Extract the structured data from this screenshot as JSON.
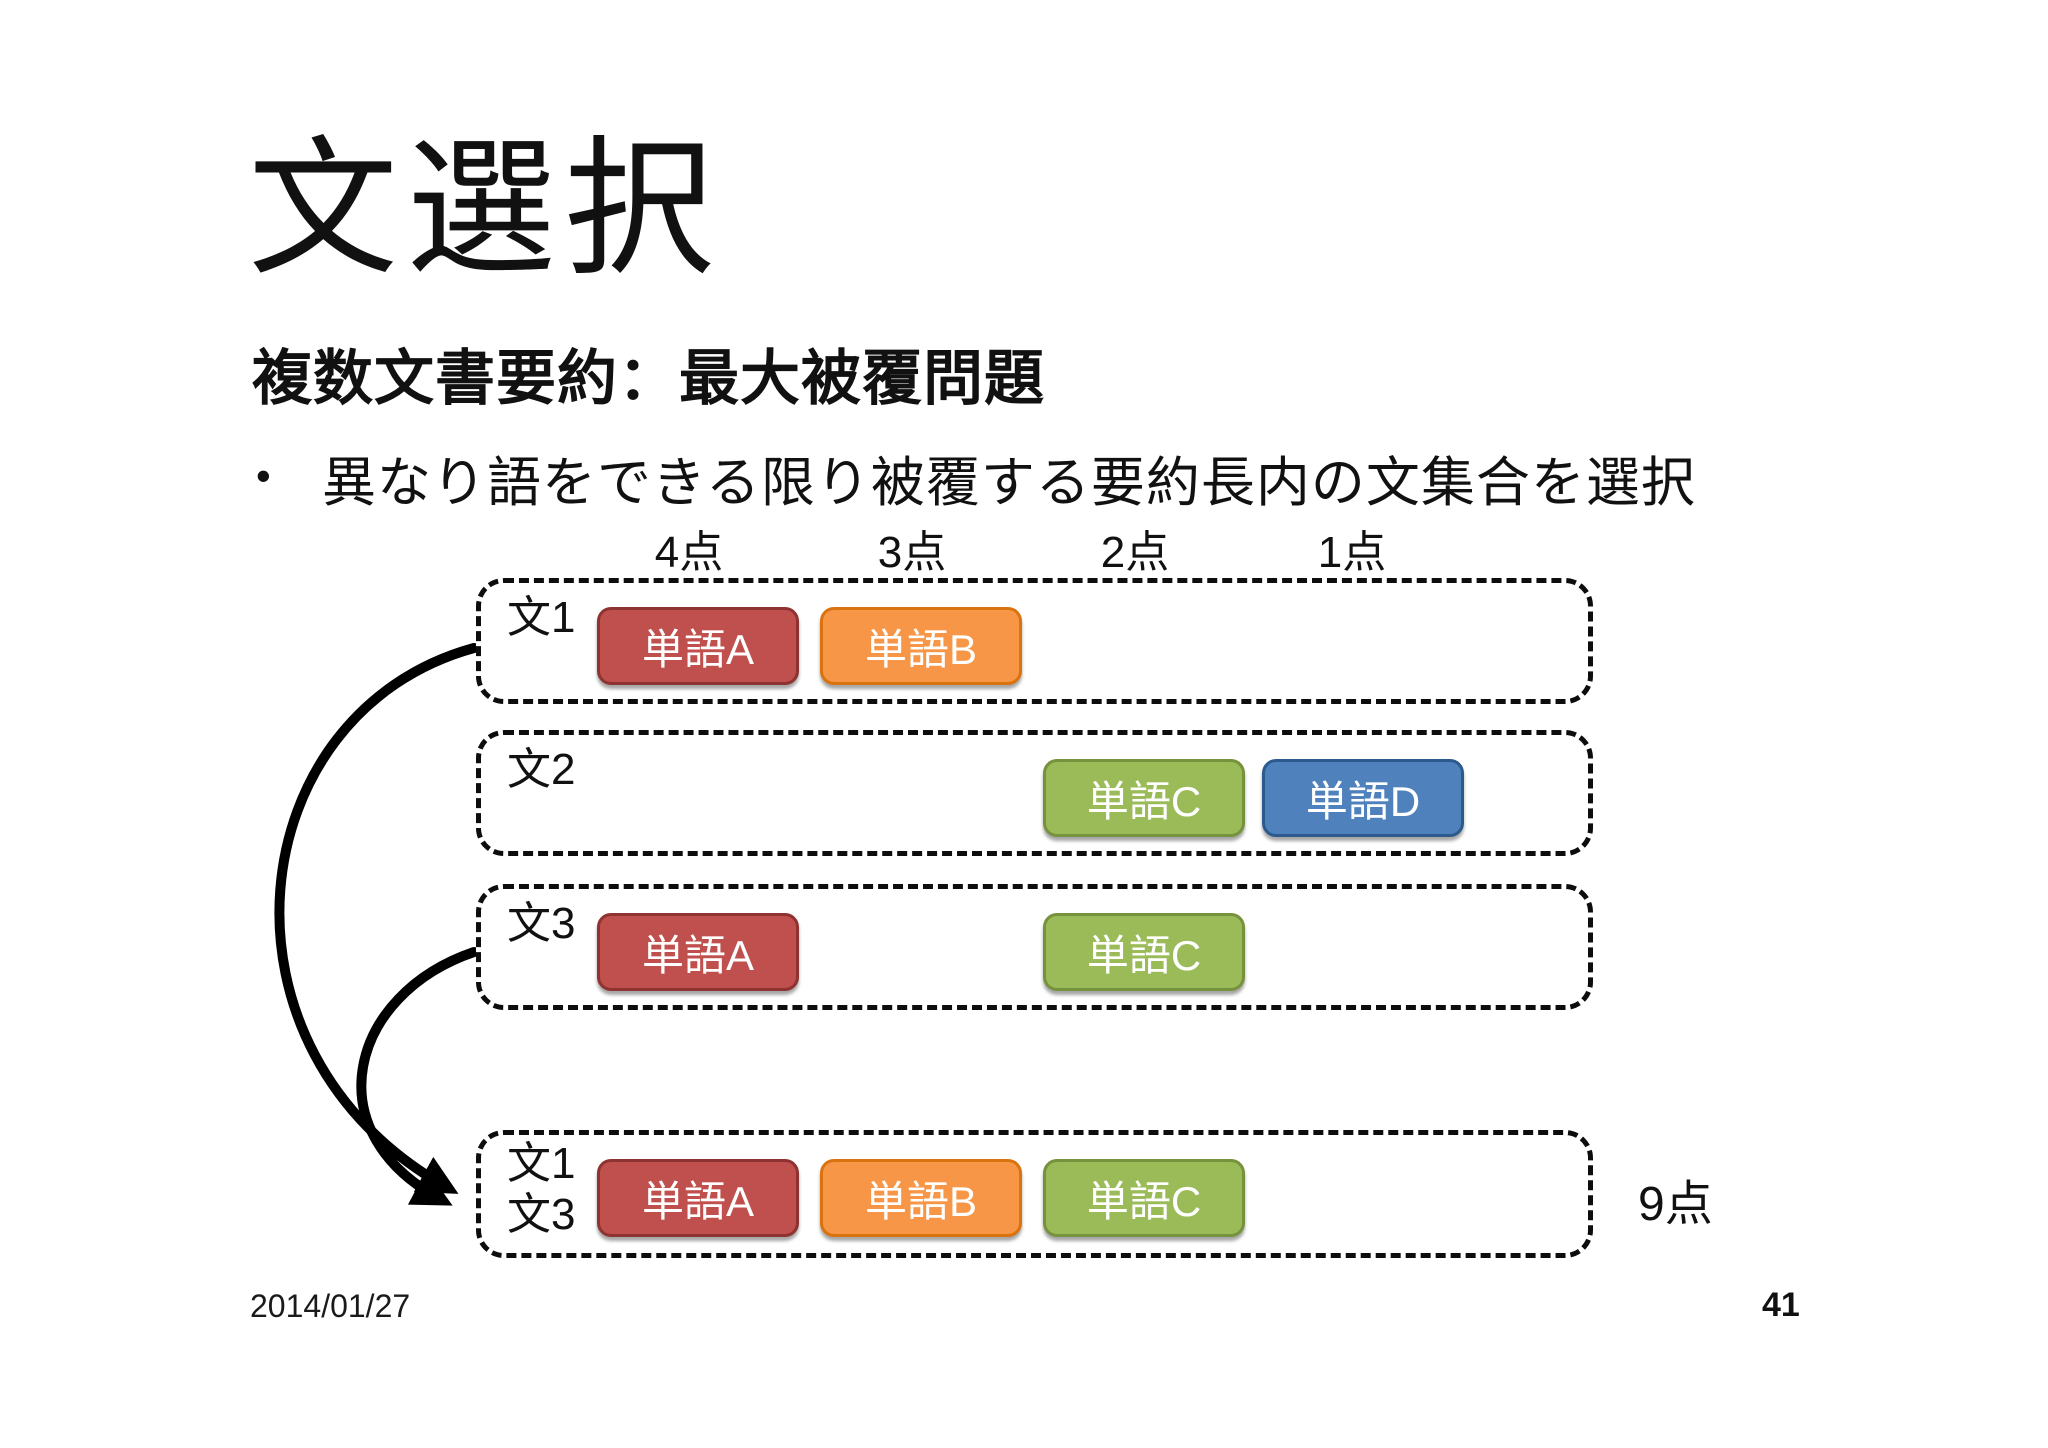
{
  "slide": {
    "title": "文選択",
    "heading": "複数文書要約：最大被覆問題",
    "bullet_marker": "•",
    "bullet": "異なり語をできる限り被覆する要約長内の文集合を選択",
    "footer_date": "2014/01/27",
    "page_number": "41"
  },
  "diagram": {
    "point_headers": [
      "4点",
      "3点",
      "2点",
      "1点"
    ],
    "rows": [
      {
        "labels": [
          "文1"
        ],
        "words": [
          {
            "text": "単語A",
            "color": "red",
            "points": 4
          },
          {
            "text": "単語B",
            "color": "orange",
            "points": 3
          }
        ]
      },
      {
        "labels": [
          "文2"
        ],
        "words": [
          {
            "text": "単語C",
            "color": "green",
            "points": 2
          },
          {
            "text": "単語D",
            "color": "blue",
            "points": 1
          }
        ]
      },
      {
        "labels": [
          "文3"
        ],
        "words": [
          {
            "text": "単語A",
            "color": "red",
            "points": 4
          },
          {
            "text": "単語C",
            "color": "green",
            "points": 2
          }
        ]
      },
      {
        "labels": [
          "文1",
          "文3"
        ],
        "words": [
          {
            "text": "単語A",
            "color": "red",
            "points": 4
          },
          {
            "text": "単語B",
            "color": "orange",
            "points": 3
          },
          {
            "text": "単語C",
            "color": "green",
            "points": 2
          }
        ],
        "score": "9点"
      }
    ],
    "colors": {
      "red": "#c0504d",
      "red_border": "#8e3331",
      "orange": "#f79646",
      "orange_border": "#d9730d",
      "green": "#9bbb59",
      "green_border": "#76923c",
      "blue": "#4f81bd",
      "blue_border": "#2c5a8c",
      "arrow": "#000000",
      "dash_border": "#0d0d0d"
    }
  }
}
